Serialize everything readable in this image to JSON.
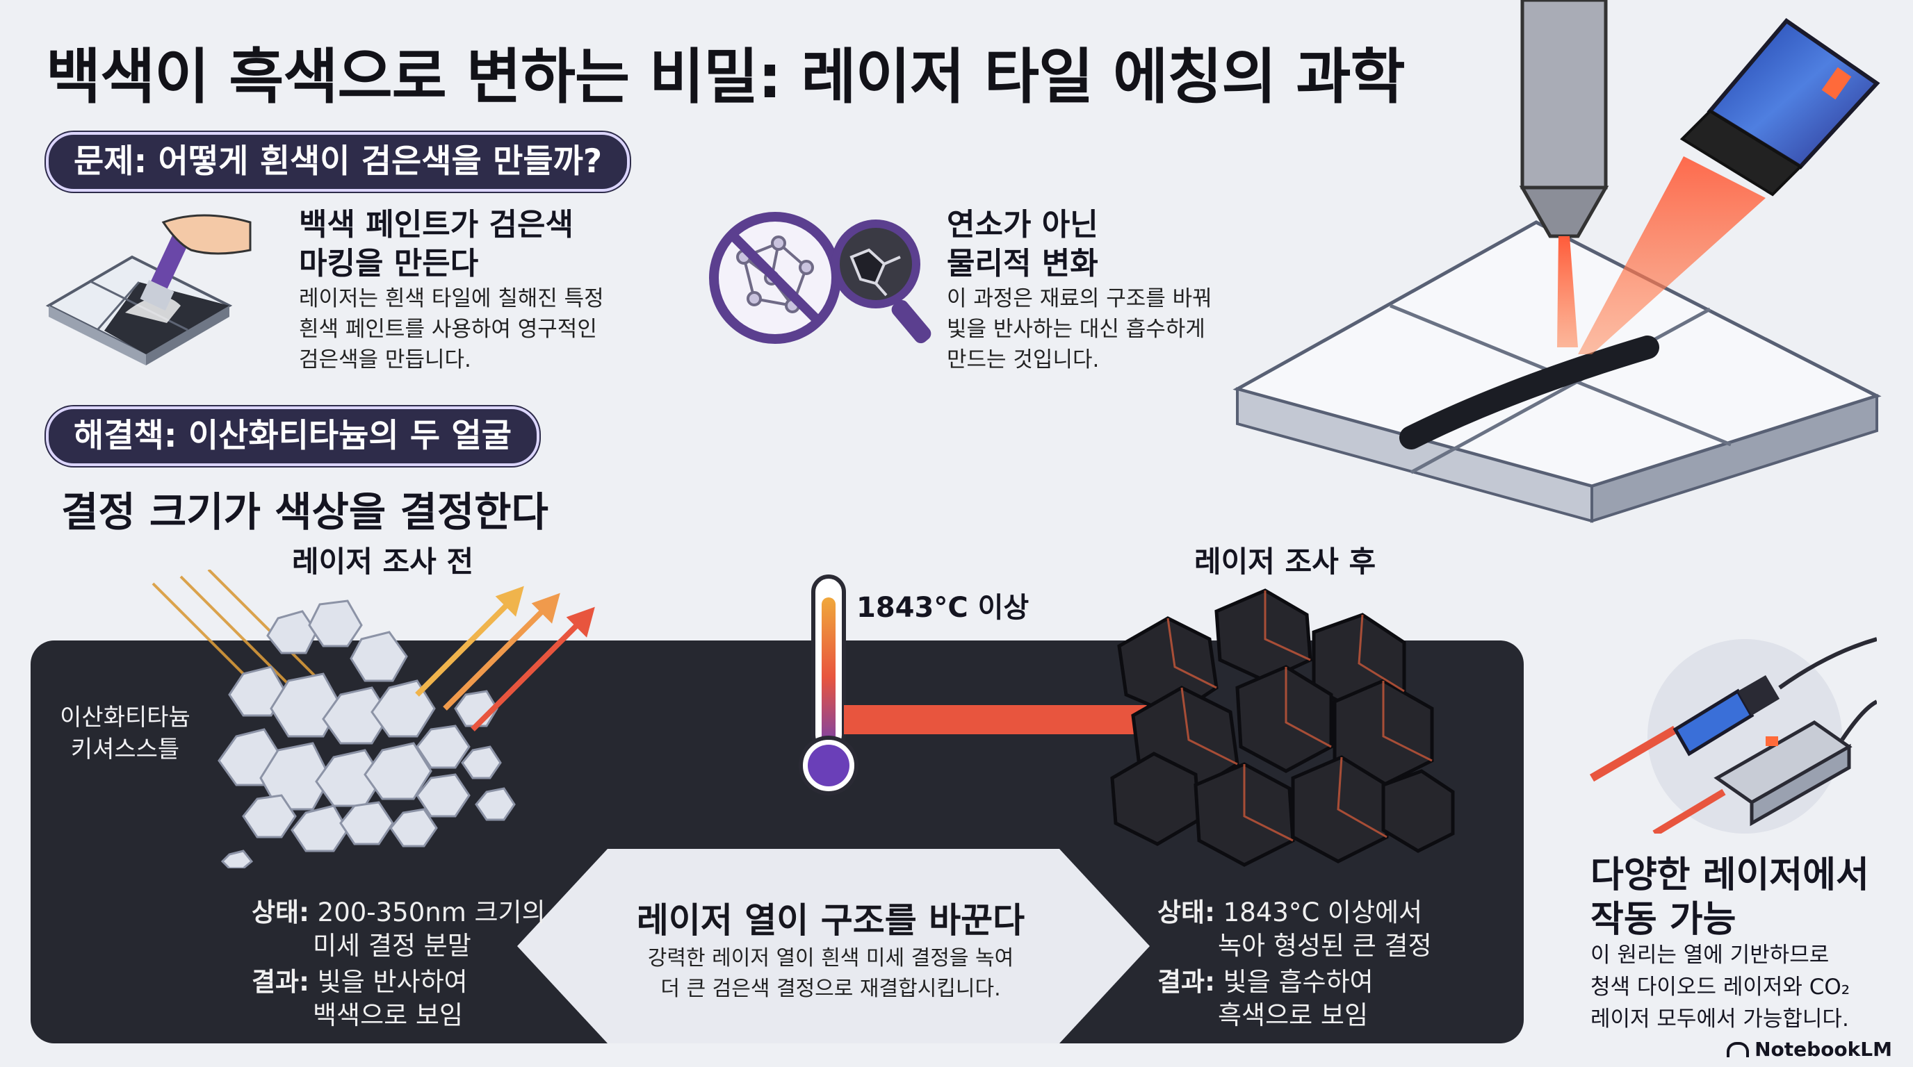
{
  "title": "백색이 흑색으로 변하는 비밀: 레이저 타일 에칭의 과학",
  "problem": {
    "pill": "문제: 어떻게 흰색이 검은색을 만들까?",
    "card1": {
      "title": "백색 페인트가 검은색\n마킹을 만든다",
      "body": "레이저는 흰색 타일에 칠해진 특정\n흰색 페인트를 사용하여 영구적인\n검은색을 만듭니다."
    },
    "card2": {
      "title": "연소가 아닌\n물리적 변화",
      "body": "이 과정은 재료의 구조를 바꿔\n빛을 반사하는 대신 흡수하게\n만드는 것입니다."
    }
  },
  "solution": {
    "pill": "해결책: 이산화티타늄의 두 얼굴",
    "subtitle": "결정 크기가 색상을 결정한다",
    "before_label": "레이저 조사 전",
    "after_label": "레이저 조사 후",
    "crystal_label_1": "이산화티타늄",
    "crystal_label_2": "키셔스스틀",
    "temperature_label": "1843°C 이상",
    "before_state_key": "상태:",
    "before_state_value_1": "200-350nm 크기의",
    "before_state_value_2": "미세 결정 분말",
    "before_result_key": "결과:",
    "before_result_value_1": "빛을 반사하여",
    "before_result_value_2": "백색으로 보임",
    "after_state_key": "상태:",
    "after_state_value_1": "1843°C 이상에서",
    "after_state_value_2": "녹아 형성된 큰 결정",
    "after_result_key": "결과:",
    "after_result_value_1": "빛을 흡수하여",
    "after_result_value_2": "흑색으로 보임",
    "middle_title": "레이저 열이 구조를 바꾼다",
    "middle_body_1": "강력한 레이저 열이 흰색 미세 결정을 녹여",
    "middle_body_2": "더 큰 검은색 결정으로 재결합시킵니다."
  },
  "lasers": {
    "title": "다양한 레이저에서\n작동 가능",
    "body_1": "이 원리는 열에 기반하므로",
    "body_2": "청색 다이오드 레이저와 CO₂",
    "body_3": "레이저 모두에서 가능합니다."
  },
  "branding": "NotebookLM",
  "colors": {
    "pill_bg": "#2e2c4a",
    "laser_red": "#e8553e",
    "panel_dark": "#262830"
  }
}
